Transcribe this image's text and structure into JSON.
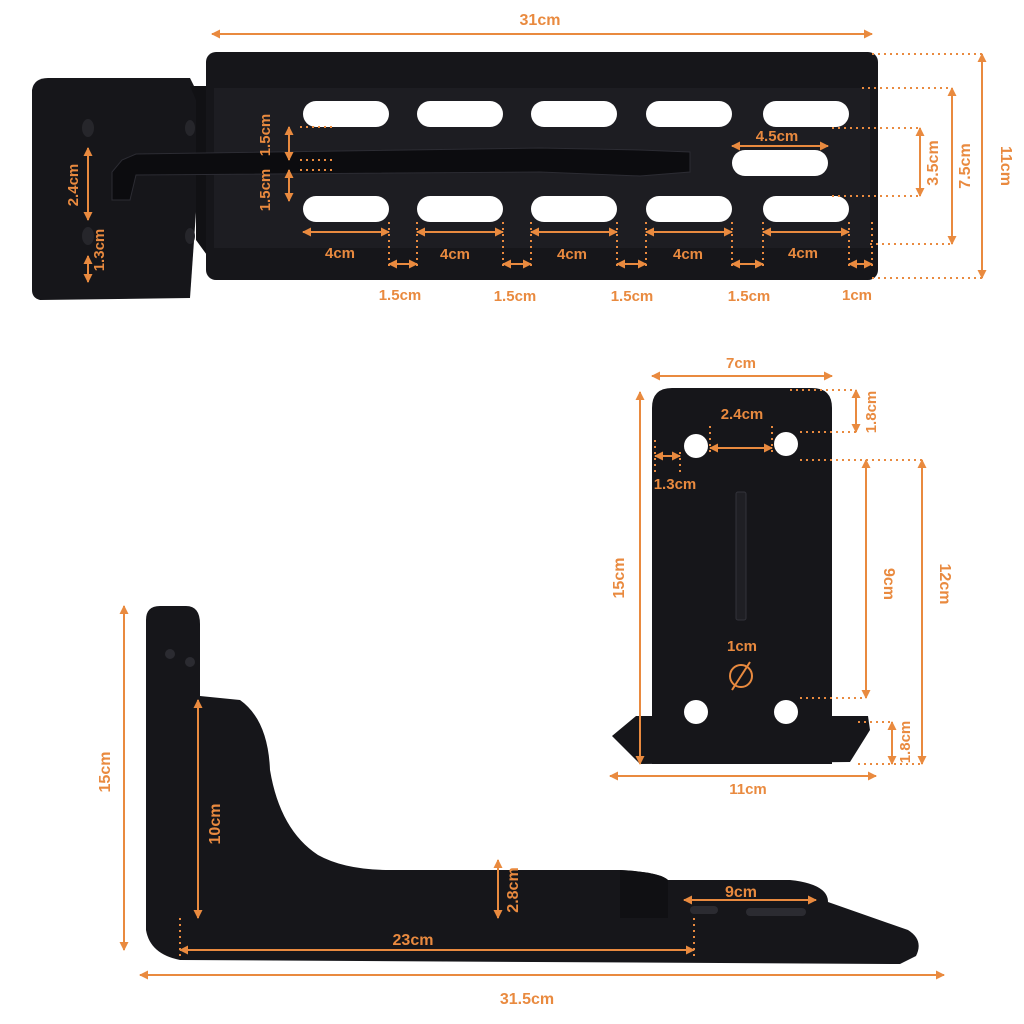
{
  "colors": {
    "accent": "#e98a3f",
    "part": "#16161a",
    "part_edge": "#2c2c33",
    "slot": "#ffffff"
  },
  "top_view": {
    "overall_length": "31cm",
    "overall_width": "11cm",
    "inner_width": "7.5cm",
    "slot_row_gap": "3.5cm",
    "center_slot_length": "4.5cm",
    "slot_height_upper": "1.5cm",
    "slot_height_lower": "1.5cm",
    "tab_hole_spacing": "2.4cm",
    "tab_hole_edge": "1.3cm",
    "slot_lengths": [
      "4cm",
      "4cm",
      "4cm",
      "4cm",
      "4cm"
    ],
    "slot_gaps": [
      "1.5cm",
      "1.5cm",
      "1.5cm",
      "1.5cm"
    ],
    "end_margin": "1cm"
  },
  "front_view": {
    "top_width": "7cm",
    "hole_spacing": "2.4cm",
    "top_margin": "1.8cm",
    "hole_edge": "1.3cm",
    "height": "15cm",
    "hole_vertical_spacing": "9cm",
    "inner_height": "12cm",
    "hole_diameter": "1cm",
    "diameter_symbol": "⌀",
    "bottom_margin": "1.8cm",
    "base_width": "11cm"
  },
  "side_view": {
    "height": "15cm",
    "inner_height": "10cm",
    "lip_height": "2.8cm",
    "slot_length": "9cm",
    "inner_length": "23cm",
    "overall_length": "31.5cm"
  }
}
